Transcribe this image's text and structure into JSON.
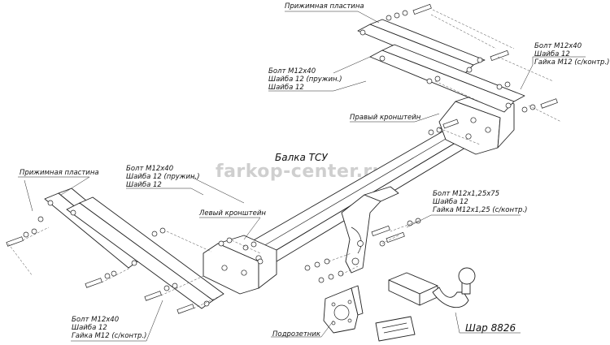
{
  "labels": {
    "clamp_plate_top": "Прижимная пластина",
    "clamp_plate_left": "Прижимная пластина",
    "bolt_set_top_right": [
      "Болт М12х40",
      "Шайба 12",
      "Гайка М12 (с/контр.)"
    ],
    "bolt_set_top_mid": [
      "Болт М12х40",
      "Шайба 12 (пружин.)",
      "Шайба 12"
    ],
    "right_bracket": "Правый кронштейн",
    "beam": "Балка ТСУ",
    "bolt_set_left_top": [
      "Болт М12х40",
      "Шайба 12 (пружин.)",
      "Шайба 12"
    ],
    "left_bracket": "Левый кронштейн",
    "bolt_set_center": [
      "Болт М12х1,25х75",
      "Шайба 12",
      "Гайка М12х1,25 (с/контр.)"
    ],
    "bolt_set_bottom_left": [
      "Болт М12х40",
      "Шайба 12",
      "Гайка М12 (с/контр.)"
    ],
    "socket_plate": "Подрозетник",
    "ball": "Шар 8826"
  },
  "watermark": "farkop-center.ru"
}
